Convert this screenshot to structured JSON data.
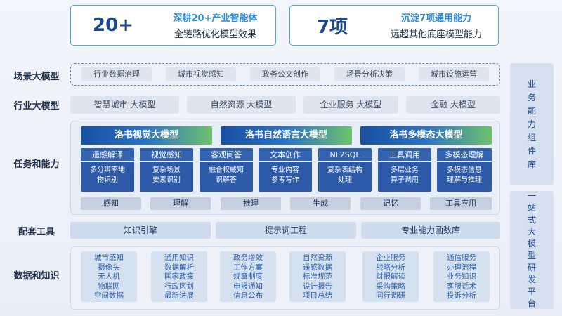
{
  "stats": [
    {
      "number": "20+",
      "line1": "深耕20+产业智能体",
      "line2": "全链路优化模型效果"
    },
    {
      "number": "7项",
      "line1": "沉淀7项通用能力",
      "line2": "远超其他底座模型能力"
    }
  ],
  "rows": {
    "scene_label": "场景大模型",
    "industry_label": "行业大模型",
    "task_label": "任务和能力",
    "tools_label": "配套工具",
    "data_label": "数据和知识"
  },
  "scenes": [
    "行业数据治理",
    "城市视觉感知",
    "政务公文创作",
    "场景分析决策",
    "城市设施运营"
  ],
  "industries": [
    "智慧城市 大模型",
    "自然资源 大模型",
    "企业服务 大模型",
    "金融 大模型"
  ],
  "model_heads": [
    "洛书视觉大模型",
    "洛书自然语言大模型",
    "洛书多模态大模型"
  ],
  "tasks": [
    {
      "title": "遥感解译",
      "l1": "多分辨率地",
      "l2": "物识别"
    },
    {
      "title": "视觉感知",
      "l1": "复杂场景",
      "l2": "要素识别"
    },
    {
      "title": "客观问答",
      "l1": "融合权威知",
      "l2": "识解答"
    },
    {
      "title": "文本创作",
      "l1": "专业内容",
      "l2": "参考写作"
    },
    {
      "title": "NL2SQL",
      "l1": "复杂表结构",
      "l2": "处理"
    },
    {
      "title": "工具调用",
      "l1": "多层业务",
      "l2": "算子调用"
    },
    {
      "title": "多模态理解",
      "l1": "多模态信息",
      "l2": "理解与推理"
    }
  ],
  "capabilities": [
    "感知",
    "理解",
    "推理",
    "生成",
    "记忆",
    "工具应用"
  ],
  "tools": [
    "知识引擎",
    "提示词工程",
    "专业能力函数库"
  ],
  "knowledge": [
    [
      "城市感知",
      "摄像头",
      "无人机",
      "物联网",
      "空间数据"
    ],
    [
      "通用知识",
      "数据解析",
      "国家政策",
      "行政区划",
      "最新进展"
    ],
    [
      "政务增效",
      "工作方案",
      "规章制度",
      "申报通知",
      "信息公布"
    ],
    [
      "自然资源",
      "遥感数据",
      "标准规范",
      "设计报告",
      "项目总结"
    ],
    [
      "企业服务",
      "战略分析",
      "财报解读",
      "采购策略",
      "同行调研"
    ],
    [
      "通信服务",
      "办理流程",
      "业务知识",
      "客服话术",
      "投诉分析"
    ]
  ],
  "side": {
    "top": "业务能力组件库",
    "bottom": "一站式大模型研发平台"
  }
}
